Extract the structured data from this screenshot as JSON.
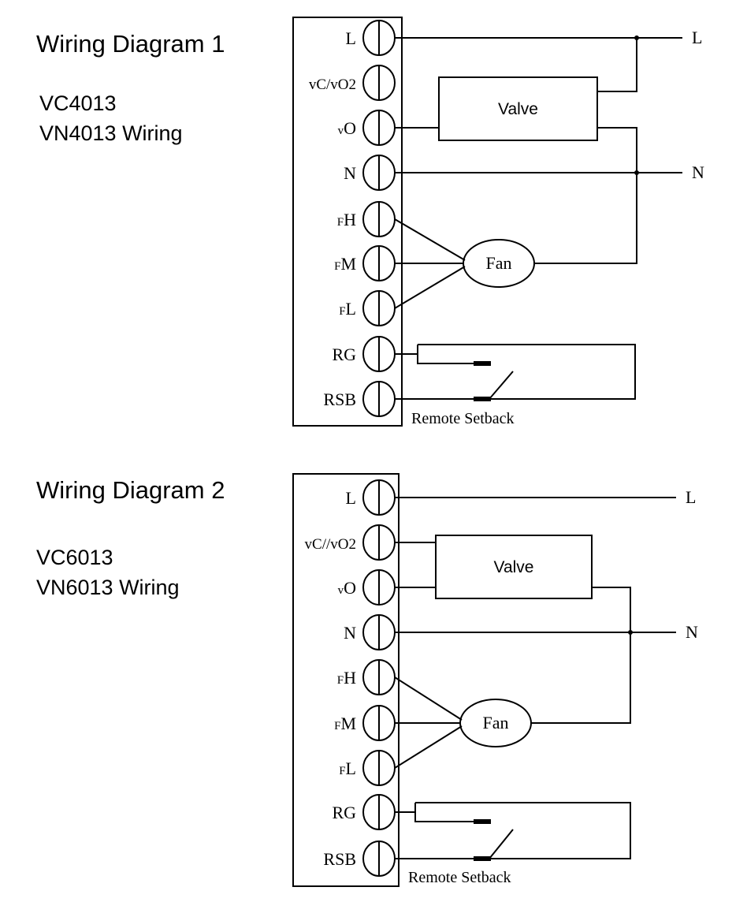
{
  "diagrams": [
    {
      "title": "Wiring Diagram 1",
      "models": [
        "VC4013",
        "VN4013  Wiring"
      ],
      "terminals": [
        {
          "sub": "",
          "main": "L"
        },
        {
          "sub": "",
          "main": "vC/vO2"
        },
        {
          "sub": "v",
          "main": "O"
        },
        {
          "sub": "",
          "main": "N"
        },
        {
          "sub": "F",
          "main": "H"
        },
        {
          "sub": "F",
          "main": "M"
        },
        {
          "sub": "F",
          "main": "L"
        },
        {
          "sub": "",
          "main": "RG"
        },
        {
          "sub": "",
          "main": "RSB"
        }
      ],
      "valve_label": "Valve",
      "fan_label": "Fan",
      "line_labels": {
        "line": "L",
        "neutral": "N"
      },
      "switch_label": "Remote Setback"
    },
    {
      "title": "Wiring Diagram 2",
      "models": [
        "VC6013",
        "VN6013  Wiring"
      ],
      "terminals": [
        {
          "sub": "",
          "main": "L"
        },
        {
          "sub": "",
          "main": "vC//vO2"
        },
        {
          "sub": "v",
          "main": "O"
        },
        {
          "sub": "",
          "main": "N"
        },
        {
          "sub": "F",
          "main": "H"
        },
        {
          "sub": "F",
          "main": "M"
        },
        {
          "sub": "F",
          "main": "L"
        },
        {
          "sub": "",
          "main": "RG"
        },
        {
          "sub": "",
          "main": "RSB"
        }
      ],
      "valve_label": "Valve",
      "fan_label": "Fan",
      "line_labels": {
        "line": "L",
        "neutral": "N"
      },
      "switch_label": "Remote Setback"
    }
  ]
}
